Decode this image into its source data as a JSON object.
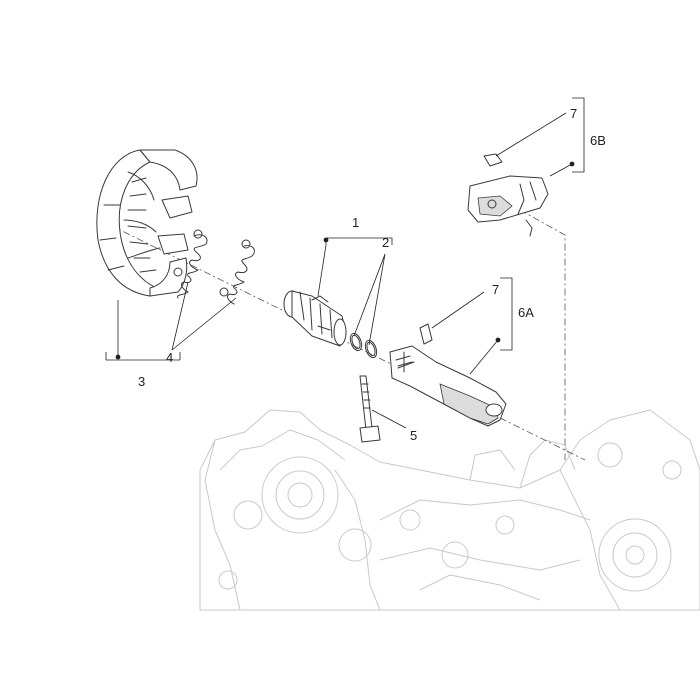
{
  "callouts": {
    "c1": "1",
    "c2": "2",
    "c3": "3",
    "c4": "4",
    "c5": "5",
    "c6a": "6A",
    "c6b": "6B",
    "c7_top": "7",
    "c7_mid": "7"
  }
}
